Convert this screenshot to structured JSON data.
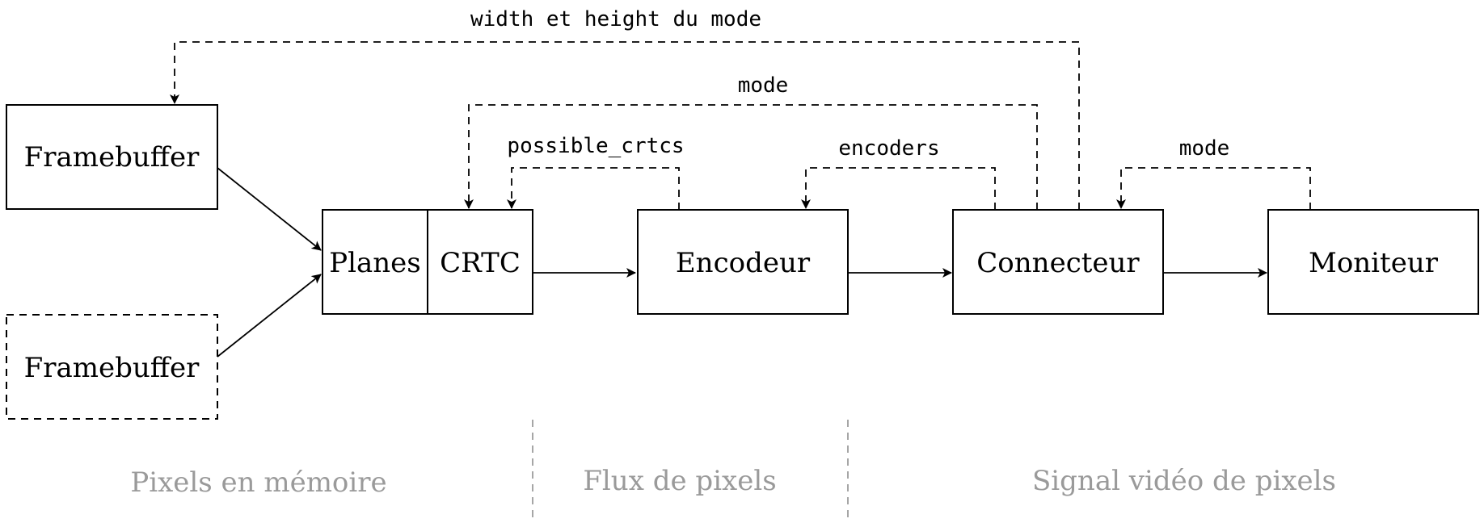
{
  "nodes": {
    "framebuffer_1": "Framebuffer",
    "framebuffer_2": "Framebuffer",
    "planes": "Planes",
    "crtc": "CRTC",
    "encoder": "Encodeur",
    "connector": "Connecteur",
    "monitor": "Moniteur"
  },
  "edge_labels": {
    "width_height_mode": "width et height du mode",
    "mode_to_crtc": "mode",
    "possible_crtcs": "possible_crtcs",
    "encoders": "encoders",
    "mode_to_connector": "mode"
  },
  "regions": {
    "memory": "Pixels en mémoire",
    "flow": "Flux de pixels",
    "signal": "Signal vidéo de pixels"
  },
  "colors": {
    "stroke": "#000000",
    "region_text": "#9a9a9a",
    "region_separator": "#a6a6a6"
  }
}
